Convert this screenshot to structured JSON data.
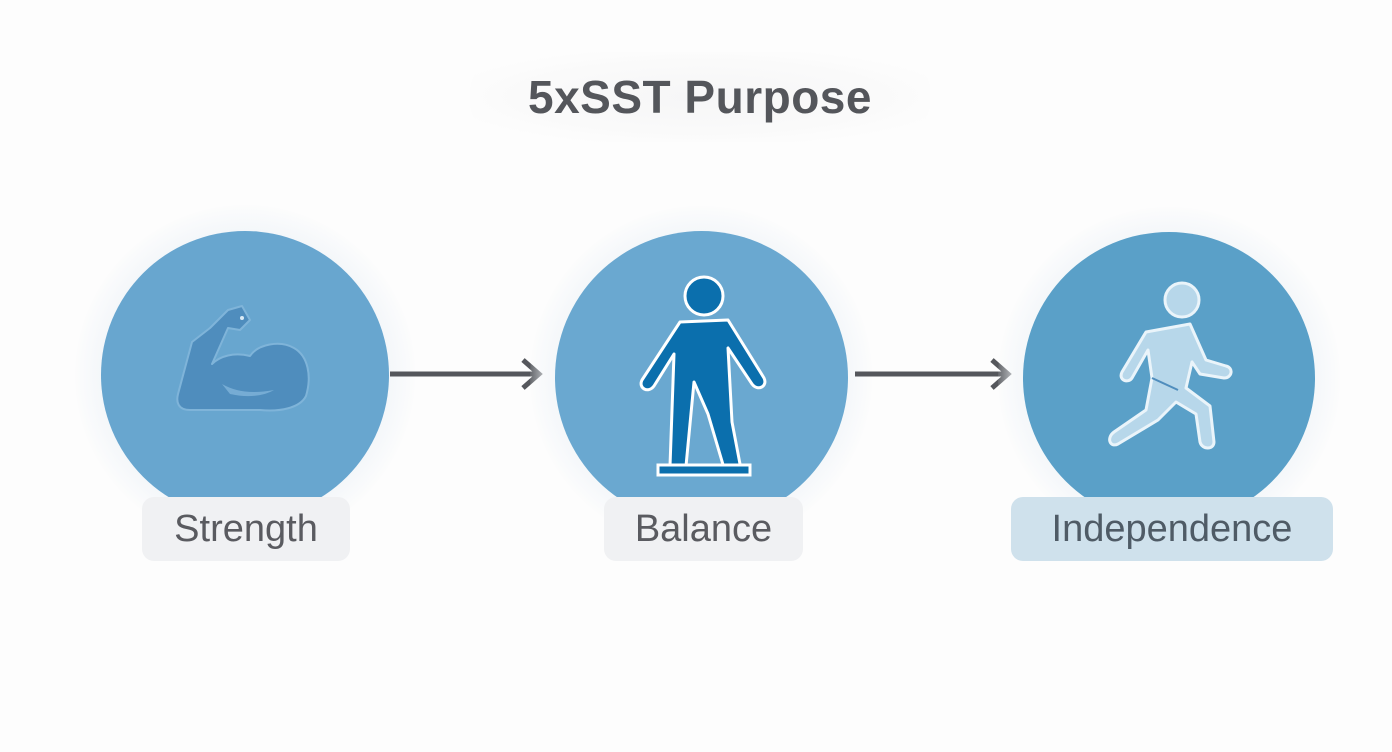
{
  "title": "5xSST Purpose",
  "colors": {
    "background": "#fdfdfd",
    "title_text": "#54565b",
    "arrow": "#55575c",
    "circle_1": "#68a6cf",
    "circle_2": "#6aa8d0",
    "circle_3": "#5aa0c8",
    "label_gray_bg": "#f0f1f3",
    "label_blue_bg": "#cfe1ec",
    "icon_dark_blue": "#0b6fad",
    "icon_muted_blue": "#4f8dbd",
    "icon_light_blue": "#b7d7ea"
  },
  "steps": [
    {
      "label": "Strength",
      "icon": "flexed-bicep-icon"
    },
    {
      "label": "Balance",
      "icon": "standing-person-on-platform-icon"
    },
    {
      "label": "Independence",
      "icon": "walking-person-icon"
    }
  ],
  "connectors": [
    {
      "from": "Strength",
      "to": "Balance",
      "icon": "arrow-right-icon"
    },
    {
      "from": "Balance",
      "to": "Independence",
      "icon": "arrow-right-icon"
    }
  ]
}
